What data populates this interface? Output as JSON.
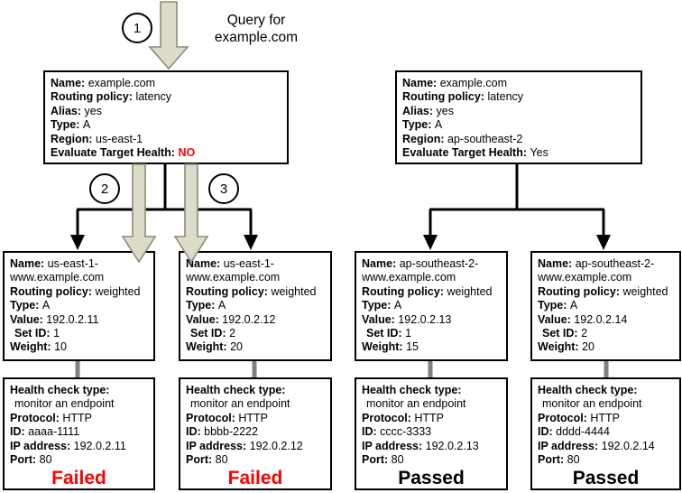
{
  "diagram": {
    "title": "Route 53 latency alias with weighted records and health checks",
    "colors": {
      "arrow_fill": "#dcdcc8",
      "arrow_stroke": "#8c8c78",
      "connector": "#000000",
      "health_link": "#808080",
      "failed": "#ff0000",
      "passed": "#000000",
      "box_border": "#000000"
    },
    "steps": [
      {
        "id": "1",
        "label": "1"
      },
      {
        "id": "2",
        "label": "2"
      },
      {
        "id": "3",
        "label": "3"
      }
    ],
    "query_caption": "Query for\nexample.com",
    "alias_records": [
      {
        "name_label": "Name:",
        "name_value": "example.com",
        "routing_label": "Routing policy:",
        "routing_value": "latency",
        "alias_label": "Alias:",
        "alias_value": "yes",
        "type_label": "Type:",
        "type_value": "A",
        "region_label": "Region:",
        "region_value": "us-east-1",
        "eth_label": "Evaluate Target Health:",
        "eth_value": "NO",
        "eth_state": "no"
      },
      {
        "name_label": "Name:",
        "name_value": "example.com",
        "routing_label": "Routing policy:",
        "routing_value": "latency",
        "alias_label": "Alias:",
        "alias_value": "yes",
        "type_label": "Type:",
        "type_value": "A",
        "region_label": "Region:",
        "region_value": "ap-southeast-2",
        "eth_label": "Evaluate Target Health:",
        "eth_value": "Yes",
        "eth_state": "yes"
      }
    ],
    "weighted_records": [
      {
        "name_label": "Name:",
        "name_value": "us-east-1-",
        "name_value2": "www.example.com",
        "routing_label": "Routing policy:",
        "routing_value": "weighted",
        "type_label": "Type:",
        "type_value": "A",
        "value_label": "Value:",
        "value_value": "192.0.2.11",
        "setid_label": "Set ID:",
        "setid_value": "1",
        "weight_label": "Weight:",
        "weight_value": "10"
      },
      {
        "name_label": "Name:",
        "name_value": "us-east-1-",
        "name_value2": "www.example.com",
        "routing_label": "Routing policy:",
        "routing_value": "weighted",
        "type_label": "Type:",
        "type_value": "A",
        "value_label": "Value:",
        "value_value": "192.0.2.12",
        "setid_label": "Set ID:",
        "setid_value": "2",
        "weight_label": "Weight:",
        "weight_value": "20"
      },
      {
        "name_label": "Name:",
        "name_value": "ap-southeast-2-",
        "name_value2": "www.example.com",
        "routing_label": "Routing policy:",
        "routing_value": "weighted",
        "type_label": "Type:",
        "type_value": "A",
        "value_label": "Value:",
        "value_value": "192.0.2.13",
        "setid_label": "Set ID:",
        "setid_value": "1",
        "weight_label": "Weight:",
        "weight_value": "15"
      },
      {
        "name_label": "Name:",
        "name_value": "ap-southeast-2-",
        "name_value2": "www.example.com",
        "routing_label": "Routing policy:",
        "routing_value": "weighted",
        "type_label": "Type:",
        "type_value": "A",
        "value_label": "Value:",
        "value_value": "192.0.2.14",
        "setid_label": "Set ID:",
        "setid_value": "2",
        "weight_label": "Weight:",
        "weight_value": "20"
      }
    ],
    "health_checks": [
      {
        "type_label": "Health check type:",
        "type_value": "monitor an endpoint",
        "protocol_label": "Protocol:",
        "protocol_value": "HTTP",
        "id_label": "ID:",
        "id_value": "aaaa-1111",
        "ip_label": "IP address:",
        "ip_value": "192.0.2.11",
        "port_label": "Port:",
        "port_value": "80",
        "status": "Failed",
        "status_state": "failed"
      },
      {
        "type_label": "Health check type:",
        "type_value": "monitor an endpoint",
        "protocol_label": "Protocol:",
        "protocol_value": "HTTP",
        "id_label": "ID:",
        "id_value": "bbbb-2222",
        "ip_label": "IP address:",
        "ip_value": "192.0.2.12",
        "port_label": "Port:",
        "port_value": "80",
        "status": "Failed",
        "status_state": "failed"
      },
      {
        "type_label": "Health check type:",
        "type_value": "monitor an endpoint",
        "protocol_label": "Protocol:",
        "protocol_value": "HTTP",
        "id_label": "ID:",
        "id_value": "cccc-3333",
        "ip_label": "IP address:",
        "ip_value": "192.0.2.13",
        "port_label": "Port:",
        "port_value": "80",
        "status": "Passed",
        "status_state": "passed"
      },
      {
        "type_label": "Health check type:",
        "type_value": "monitor an endpoint",
        "protocol_label": "Protocol:",
        "protocol_value": "HTTP",
        "id_label": "ID:",
        "id_value": "dddd-4444",
        "ip_label": "IP address:",
        "ip_value": "192.0.2.14",
        "port_label": "Port:",
        "port_value": "80",
        "status": "Passed",
        "status_state": "passed"
      }
    ]
  }
}
